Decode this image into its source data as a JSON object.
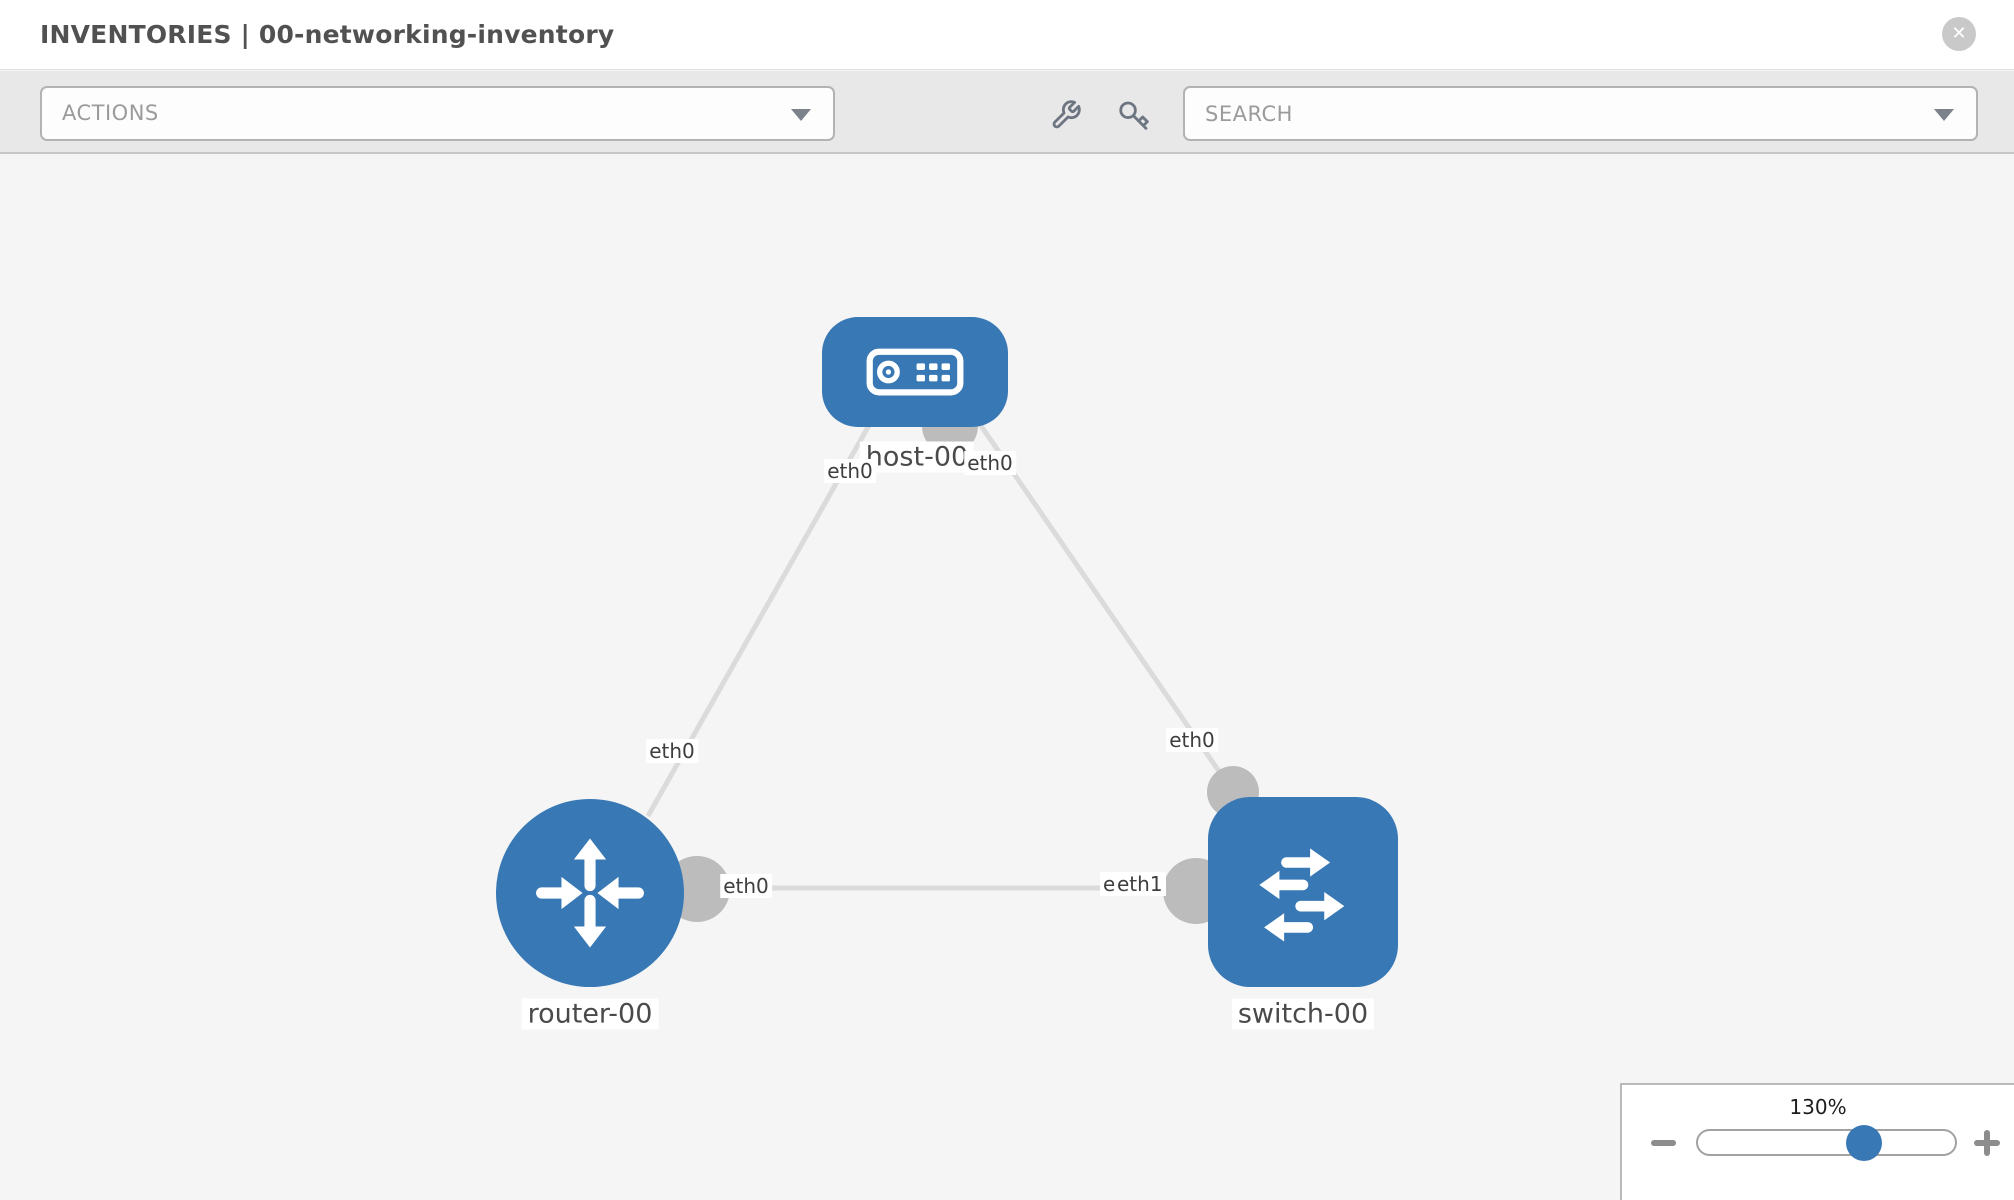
{
  "header": {
    "title": "INVENTORIES | 00-networking-inventory",
    "close_icon_glyph": "✕"
  },
  "toolbar": {
    "actions_label": "ACTIONS",
    "search_placeholder": "SEARCH",
    "icons": [
      "wrench-icon",
      "key-icon"
    ]
  },
  "topology": {
    "nodes": [
      {
        "id": "host-00",
        "type": "host",
        "label": "host-00"
      },
      {
        "id": "router-00",
        "type": "router",
        "label": "router-00"
      },
      {
        "id": "switch-00",
        "type": "switch",
        "label": "switch-00"
      }
    ],
    "links": [
      {
        "ends": [
          "host-00",
          "router-00"
        ],
        "labels": [
          "eth0",
          "eth0"
        ]
      },
      {
        "ends": [
          "host-00",
          "switch-00"
        ],
        "labels": [
          "eth0",
          "eth0"
        ]
      },
      {
        "ends": [
          "router-00",
          "switch-00"
        ],
        "labels": [
          "eth0",
          "eth0",
          "eth1"
        ]
      }
    ]
  },
  "zoom_control": {
    "value": "130%",
    "percent": 65
  },
  "colors": {
    "node_blue": "#3878b4",
    "link_gray": "#dbdbdb",
    "port_gray": "#bcbcbc",
    "canvas_bg": "#f5f5f5",
    "toolbar_bg": "#e8e8e8"
  }
}
